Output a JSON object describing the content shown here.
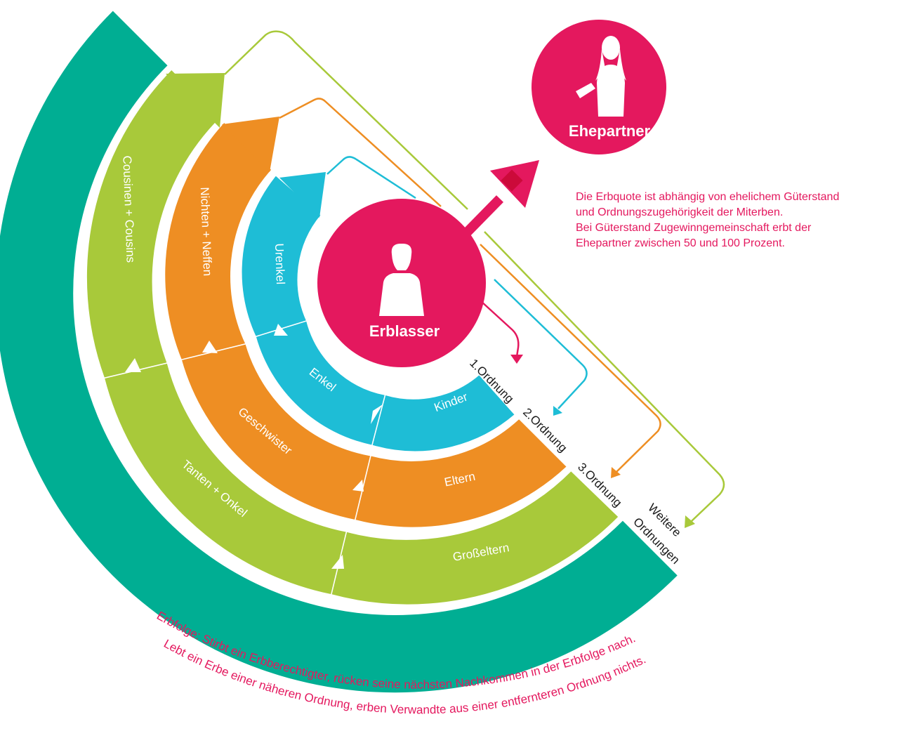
{
  "colors": {
    "teal": "#00ae93",
    "green": "#a8c93a",
    "orange": "#ee8e23",
    "cyan": "#1ebdd6",
    "pink": "#e4185e",
    "text_dark": "#1a1a1a"
  },
  "center": {
    "label": "Erblasser",
    "icon": "businessman-icon"
  },
  "spouse": {
    "label": "Ehepartner",
    "icon": "woman-icon"
  },
  "rings": {
    "ring1": {
      "upper": "Urenkel",
      "middle": "Enkel",
      "lower": "Kinder"
    },
    "ring2": {
      "upper": "Nichten + Neffen",
      "middle": "Geschwister",
      "lower": "Eltern"
    },
    "ring3": {
      "upper": "Cousinen + Cousins",
      "middle": "Tanten + Onkel",
      "lower": "Großeltern"
    }
  },
  "orders": {
    "first": "1.Ordnung",
    "second": "2.Ordnung",
    "third": "3.Ordnung",
    "further_line1": "Weitere",
    "further_line2": "Ordnungen"
  },
  "info": {
    "line1": "Die Erbquote ist abhängig von ehelichem Güterstand",
    "line2": "und Ordnungszugehörigkeit der Miterben.",
    "line3": "Bei Güterstand Zugewinngemeinschaft erbt der",
    "line4": "Ehepartner zwischen 50 und 100 Prozent."
  },
  "bottom": {
    "line1": "Erbfolge: Stirbt ein Erbberechtigter, rücken seine nächsten Nachkommen in der Erbfolge nach.",
    "line2": "Lebt ein Erbe einer näheren Ordnung, erben Verwandte aus einer entfernteren Ordnung nichts."
  }
}
